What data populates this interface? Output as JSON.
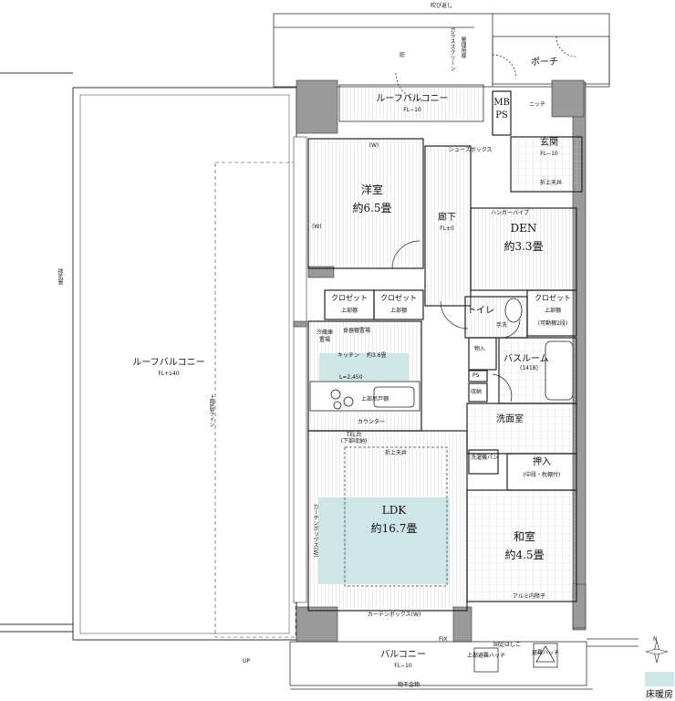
{
  "colors": {
    "wall": "#9a9a9a",
    "floor_heating": "#cfe6e6",
    "line": "#222222",
    "hatch": "#bdbdbd"
  },
  "top": {
    "fukinuke": "吹び返し",
    "hisashi": "庇",
    "glass_screen": "ガラススクリーン",
    "kanri": "管理用扉"
  },
  "porch": {
    "label": "ポーチ"
  },
  "roof_balcony_top": {
    "label": "ルーフバルコニー",
    "fl": "FL−10"
  },
  "mbps": {
    "mb": "MB",
    "ps": "PS"
  },
  "niche": "ニッチ",
  "shoes_box": "シューズボックス",
  "entrance": {
    "label": "玄関",
    "fl": "FL−10",
    "ceiling": "折上天井"
  },
  "western_room": {
    "name": "洋室",
    "size": "約6.5畳",
    "w": "(W)",
    "w2": "(W)"
  },
  "corridor": {
    "name": "廊下",
    "fl": "FL±0"
  },
  "den": {
    "name": "DEN",
    "size": "約3.3畳",
    "hanger": "ハンガーパイプ"
  },
  "closets": {
    "closet": "クロゼット",
    "upper": "上部棚",
    "movable": "(可動棚2段)"
  },
  "toilet": {
    "name": "トイレ",
    "hand": "手洗"
  },
  "fridge": {
    "l1": "冷蔵庫",
    "l2": "置場"
  },
  "pantry": "食器棚置場",
  "kitchen": {
    "name": "キッチン",
    "size": "約3.6畳",
    "l_dim": "L=2,450",
    "upper": "上部吊戸棚",
    "counter": "カウンター"
  },
  "tel": {
    "l1": "TEL台",
    "l2": "(下部収納)"
  },
  "ldk": {
    "name": "LDK",
    "size": "約16.7畳",
    "ceiling": "折上天井",
    "curtain_side": "カーテンボックス(W)",
    "curtain_bottom": "カーテンボックス(W)",
    "fix": "FIX"
  },
  "storage_in": "物入",
  "bathroom": {
    "name": "バスルーム",
    "size": "(1418)"
  },
  "ps": "PS",
  "shuno": "収納",
  "washroom": {
    "name": "洗面室",
    "washer": "洗濯機パン"
  },
  "oshiire": {
    "name": "押入",
    "sub": "(中段・枕棚付)"
  },
  "washitsu": {
    "name": "和室",
    "size": "約4.5畳",
    "shoji": "アルミ内障子"
  },
  "roof_balcony_left": {
    "name": "ルーフバルコニー",
    "fl": "FL+140",
    "drain": "排気管",
    "line": "上部庇ライン"
  },
  "balcony": {
    "name": "バルコニー",
    "fl": "FL−10",
    "hatch1": "上部避難ハッチ",
    "hatch2": "避難ハッチ",
    "fixed": "固定はしご",
    "hanger": "物干金物",
    "fix": "FIX"
  },
  "up": "UP",
  "legend": {
    "label": "床暖房"
  },
  "compass": "N"
}
